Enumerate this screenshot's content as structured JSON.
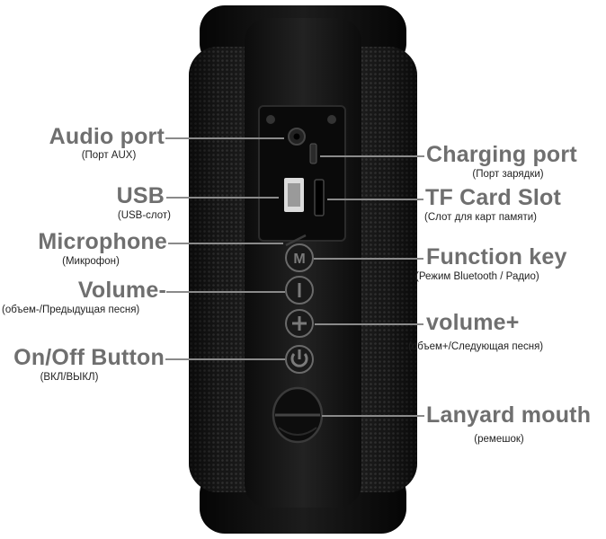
{
  "labels": {
    "audio_port": {
      "title": "Audio port",
      "subtitle": "(Порт AUX)"
    },
    "usb": {
      "title": "USB",
      "subtitle": "(USB-слот)"
    },
    "microphone": {
      "title": "Microphone",
      "subtitle": "(Микрофон)"
    },
    "volume_minus": {
      "title": "Volume-",
      "subtitle": "(объем-/Предыдущая песня)"
    },
    "on_off": {
      "title": "On/Off Button",
      "subtitle": "(ВКЛ/ВЫКЛ)"
    },
    "charging_port": {
      "title": "Charging port",
      "subtitle": "(Порт зарядки)"
    },
    "tf_card": {
      "title": "TF Card Slot",
      "subtitle": "(Слот для карт памяти)"
    },
    "function_key": {
      "title": "Function key",
      "subtitle": "(Режим Bluetooth / Радио)"
    },
    "volume_plus": {
      "title": "volume+",
      "subtitle": "(объем+/Следующая песня)"
    },
    "lanyard": {
      "title": "Lanyard mouth",
      "subtitle": "(ремешок)"
    }
  },
  "device": {
    "button_icons": [
      "mode-icon",
      "minus-icon",
      "plus-icon",
      "power-icon"
    ],
    "colors": {
      "body": "#141414",
      "panel": "#1c1c1c",
      "label": "#6f6f6f",
      "leader": "#8a8a8a"
    }
  }
}
